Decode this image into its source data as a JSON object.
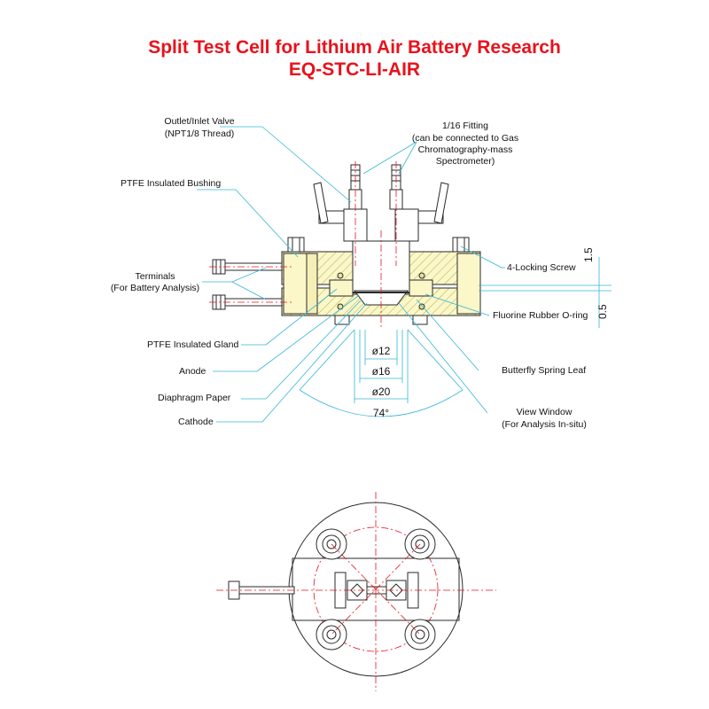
{
  "title": {
    "line1": "Split Test Cell for Lithium Air Battery Research",
    "line2": "EQ-STC-LI-AIR"
  },
  "labels": {
    "outlet_valve_1": "Outlet/Inlet Valve",
    "outlet_valve_2": "(NPT1/8 Thread)",
    "fitting_1": "1/16 Fitting",
    "fitting_2": "(can be connected to Gas",
    "fitting_3": "Chromatography-mass",
    "fitting_4": "Spectrometer)",
    "ptfe_bushing": "PTFE Insulated Bushing",
    "terminals_1": "Terminals",
    "terminals_2": "(For Battery Analysis)",
    "locking_screw": "4-Locking Screw",
    "oring": "Fluorine Rubber O-ring",
    "ptfe_gland": "PTFE Insulated Gland",
    "anode": "Anode",
    "spring_leaf": "Butterfly Spring Leaf",
    "diaphragm": "Diaphragm Paper",
    "cathode": "Cathode",
    "view_window_1": "View Window",
    "view_window_2": "(For Analysis In-situ)"
  },
  "dimensions": {
    "d12": "ø12",
    "d16": "ø16",
    "d20": "ø20",
    "angle": "74°",
    "dim_15": "1.5",
    "dim_05": "0.5"
  },
  "colors": {
    "title": "#e8121b",
    "leader": "#35b6d8",
    "body": "#fbf7c9",
    "hatch": "#9e9b2a",
    "centerline": "#e8121b",
    "outline": "#2a2a2a"
  }
}
